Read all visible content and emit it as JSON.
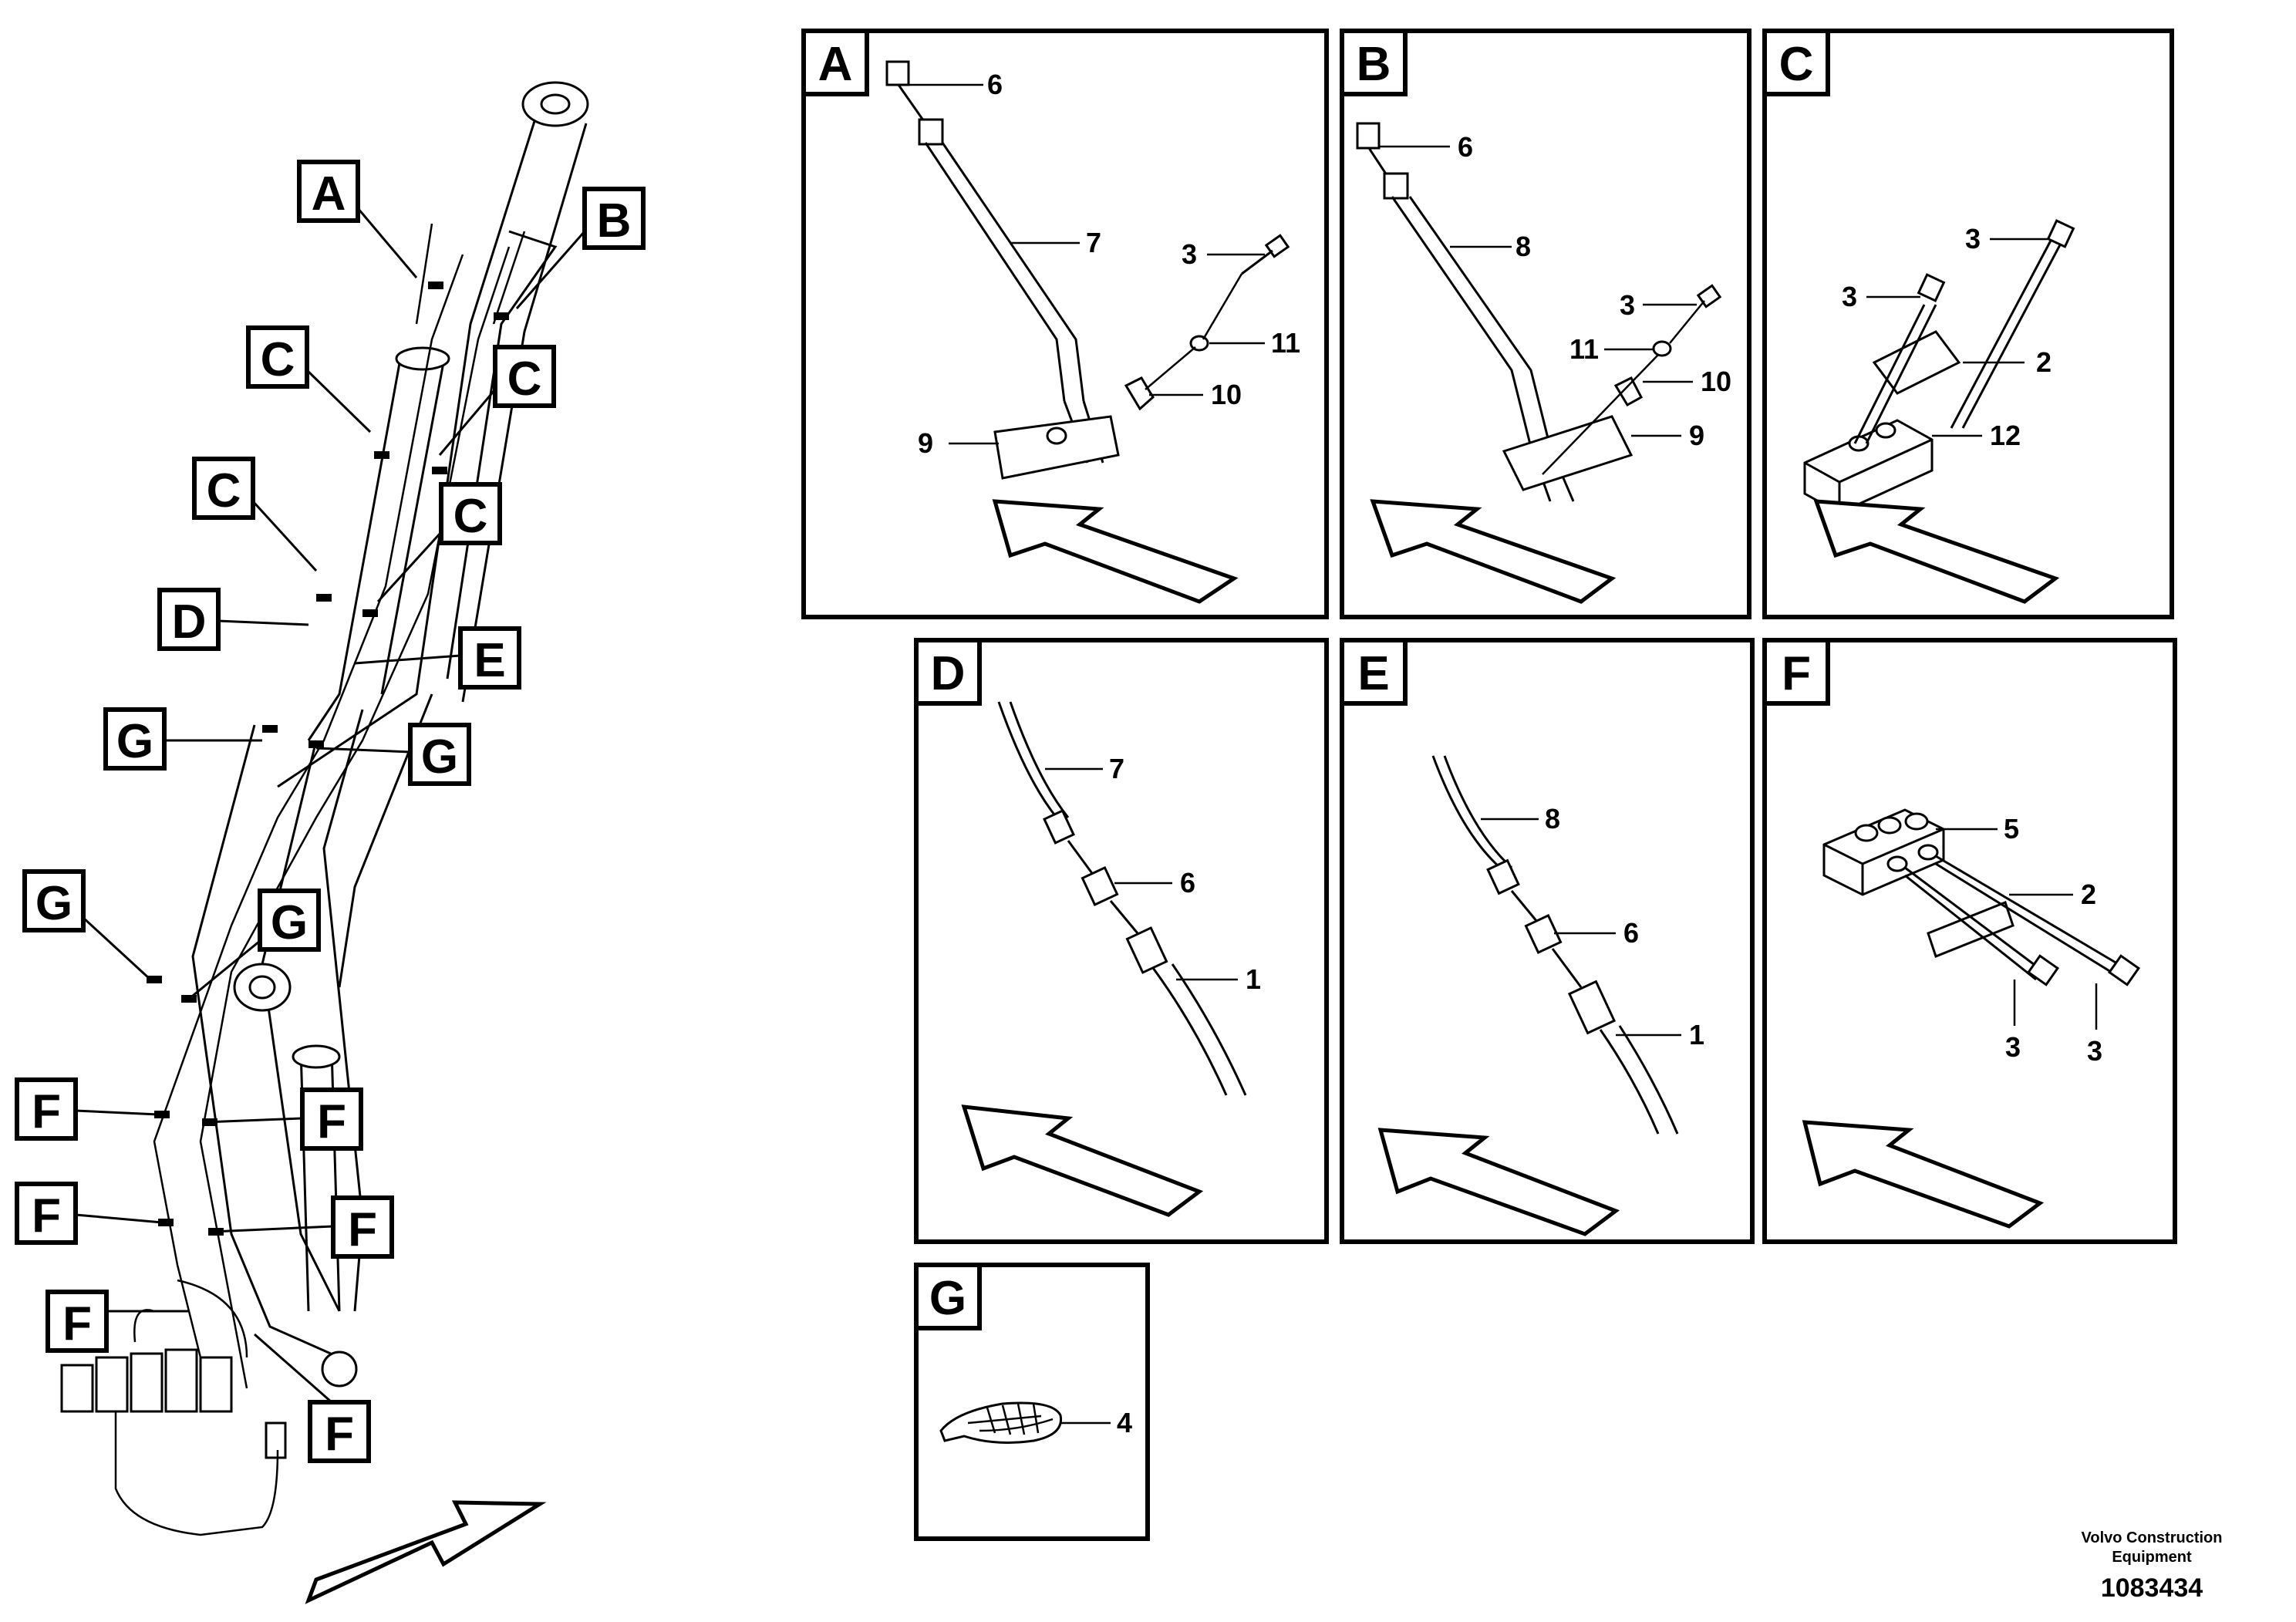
{
  "overview": {
    "tags": [
      "A",
      "B",
      "C",
      "C",
      "C",
      "C",
      "D",
      "E",
      "G",
      "G",
      "G",
      "G",
      "F",
      "F",
      "F",
      "F",
      "F",
      "F"
    ]
  },
  "panels": [
    {
      "letter": "A",
      "callouts": [
        "6",
        "7",
        "3",
        "11",
        "10",
        "9"
      ]
    },
    {
      "letter": "B",
      "callouts": [
        "6",
        "8",
        "3",
        "11",
        "10",
        "9"
      ]
    },
    {
      "letter": "C",
      "callouts": [
        "3",
        "3",
        "2",
        "12"
      ]
    },
    {
      "letter": "D",
      "callouts": [
        "7",
        "6",
        "1"
      ]
    },
    {
      "letter": "E",
      "callouts": [
        "8",
        "6",
        "1"
      ]
    },
    {
      "letter": "F",
      "callouts": [
        "5",
        "2",
        "3",
        "3"
      ]
    },
    {
      "letter": "G",
      "callouts": [
        "4"
      ]
    }
  ],
  "footer": {
    "company_line1": "Volvo Construction",
    "company_line2": "Equipment",
    "doc_number": "1083434"
  }
}
